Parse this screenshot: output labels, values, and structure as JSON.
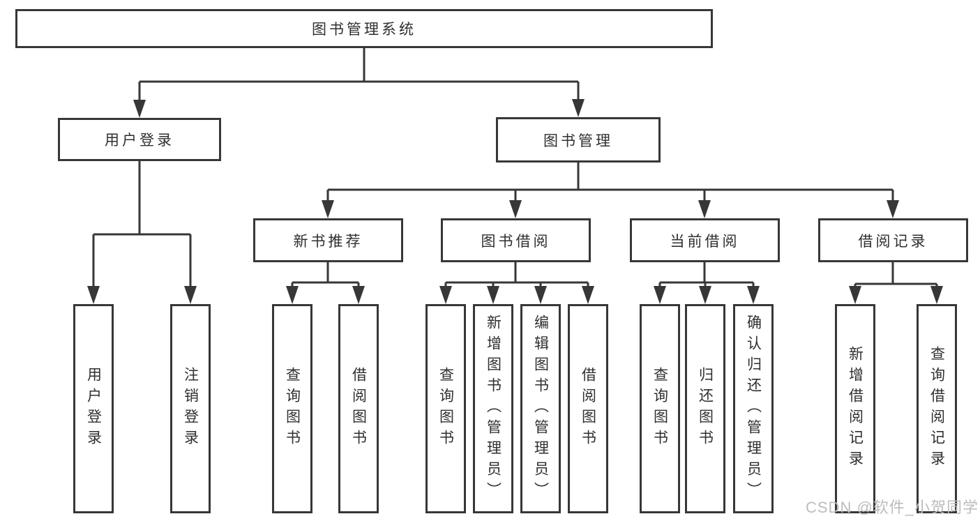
{
  "nodes": {
    "root": "图书管理系统",
    "user_login": "用户登录",
    "book_management": "图书管理",
    "new_book_recommend": "新书推荐",
    "book_borrow": "图书借阅",
    "current_borrow": "当前借阅",
    "borrow_records": "借阅记录",
    "leaves": {
      "user_login": [
        "用户登录",
        "注销登录"
      ],
      "new_book_recommend": [
        "查询图书",
        "借阅图书"
      ],
      "book_borrow": [
        "查询图书",
        "新增图书（管理员）",
        "编辑图书（管理员）",
        "借阅图书"
      ],
      "current_borrow": [
        "查询图书",
        "归还图书",
        "确认归还（管理员）"
      ],
      "borrow_records": [
        "新增借阅记录",
        "查询借阅记录"
      ]
    }
  },
  "watermark": "CSDN @软件_小贺同学",
  "colors": {
    "line": "#373737",
    "box_border": "#373737",
    "text": "#2f2f2f",
    "watermark": "#bcbcbc",
    "background": "#ffffff"
  }
}
